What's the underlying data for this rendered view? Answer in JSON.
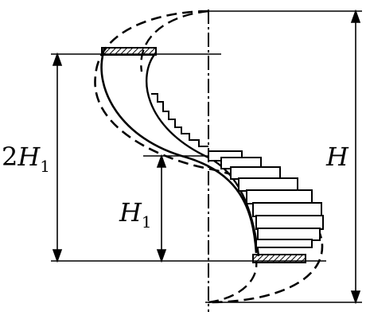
{
  "labels": {
    "two_h1_coef": "2",
    "two_h1_var": "H",
    "two_h1_sub": "1",
    "h1_var": "H",
    "h1_sub": "1",
    "h_total": "H"
  },
  "colors": {
    "ink": "#000000",
    "background": "#ffffff"
  }
}
